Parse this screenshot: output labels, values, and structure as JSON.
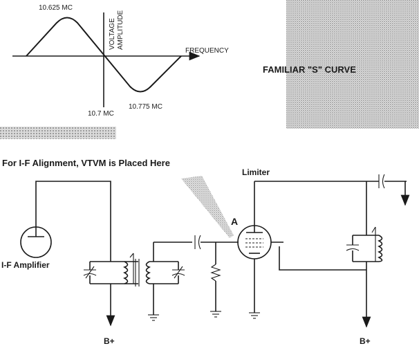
{
  "curve": {
    "peak_label": "10.625 MC",
    "trough_label": "10.775 MC",
    "center_label": "10.7 MC",
    "x_axis_label": "FREQUENCY",
    "y_axis_label_1": "VOLTAGE",
    "y_axis_label_2": "AMPLITUDE"
  },
  "caption": "FAMILIAR \"S\" CURVE",
  "schematic": {
    "alignment_note": "For I-F Alignment, VTVM is Placed Here",
    "limiter_label": "Limiter",
    "point_label": "A",
    "amplifier_label": "I-F Amplifier",
    "supply_left": "B+",
    "supply_right": "B+"
  },
  "colors": {
    "ink": "#1a1a1a",
    "screen": "#b9b9b9"
  }
}
